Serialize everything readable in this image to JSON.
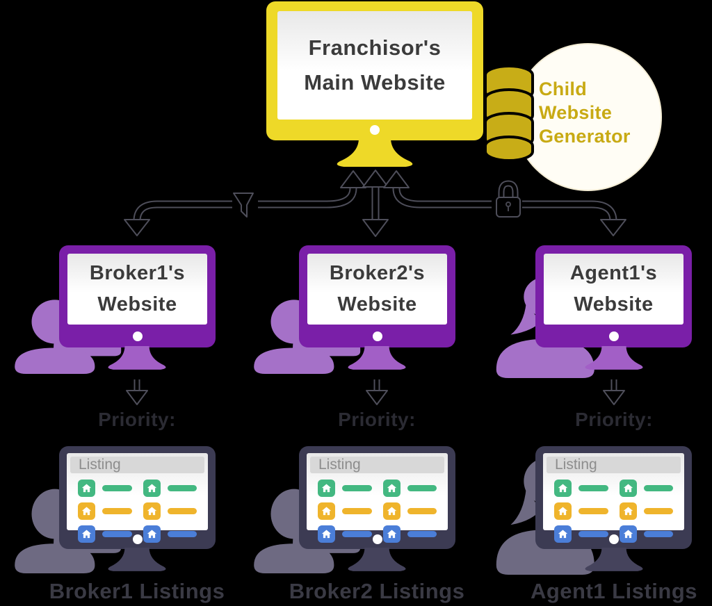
{
  "franchisor_monitor": {
    "title_lines": [
      "Franchisor's",
      "Main Website"
    ]
  },
  "child_generator": {
    "label_lines": [
      "Child",
      "Website",
      "Generator"
    ],
    "icon": "database-stack-icon",
    "text_color": "#c8aa14"
  },
  "connections": {
    "left_branch_icon": "funnel-icon",
    "right_branch_icon": "padlock-icon"
  },
  "columns": [
    {
      "site_title_lines": [
        "Broker1's",
        "Website"
      ],
      "priority_label": "Priority:",
      "bottom_label": "Broker1 Listings",
      "audience_icon": "two-people-silhouette"
    },
    {
      "site_title_lines": [
        "Broker2's",
        "Website"
      ],
      "priority_label": "Priority:",
      "bottom_label": "Broker2 Listings",
      "audience_icon": "two-people-silhouette"
    },
    {
      "site_title_lines": [
        "Agent1's",
        "Website"
      ],
      "priority_label": "Priority:",
      "bottom_label": "Agent1 Listings",
      "audience_icon": "woman-silhouette"
    }
  ],
  "listing_panel": {
    "header": "Listing",
    "columns": 2,
    "row_colors": [
      "#43b881",
      "#efb42c",
      "#4b7ed8"
    ]
  },
  "palette": {
    "background": "#000000",
    "monitor_yellow": "#eed928",
    "db_gold": "#c8ad17",
    "monitor_purple": "#7a1fa8",
    "stand_purple": "#a25fc6",
    "people_purple": "#a571c8",
    "monitor_navy": "#3c3b53",
    "stand_navy": "#45435c",
    "people_gray": "#6e6a82",
    "screen_text": "#3b3b3b",
    "label_dark": "#3a3a44",
    "arrow_outline": "#4e4e5a"
  }
}
